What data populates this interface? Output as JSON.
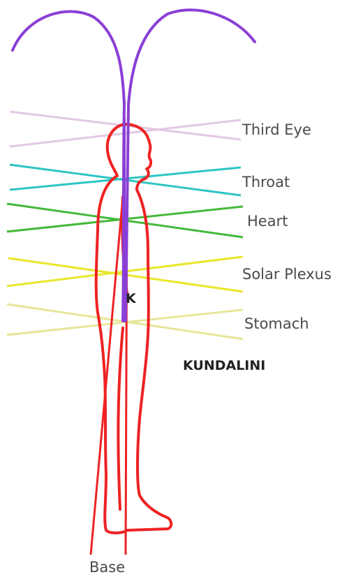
{
  "labels": {
    "third_eye": "Third Eye",
    "throat": "Throat",
    "heart": "Heart",
    "solar_plexus": "Solar Plexus",
    "stomach": "Stomach",
    "kundalini": "KUNDALINI",
    "k_marker": "K",
    "base": "Base"
  },
  "colors": {
    "channel": "#8a3fd6",
    "body_outline": "#ee2222",
    "third_eye": "#e3c8e3",
    "throat": "#2ec4c4",
    "heart": "#44b83a",
    "solar_plexus": "#e7e72a",
    "stomach": "#e6e69a"
  }
}
